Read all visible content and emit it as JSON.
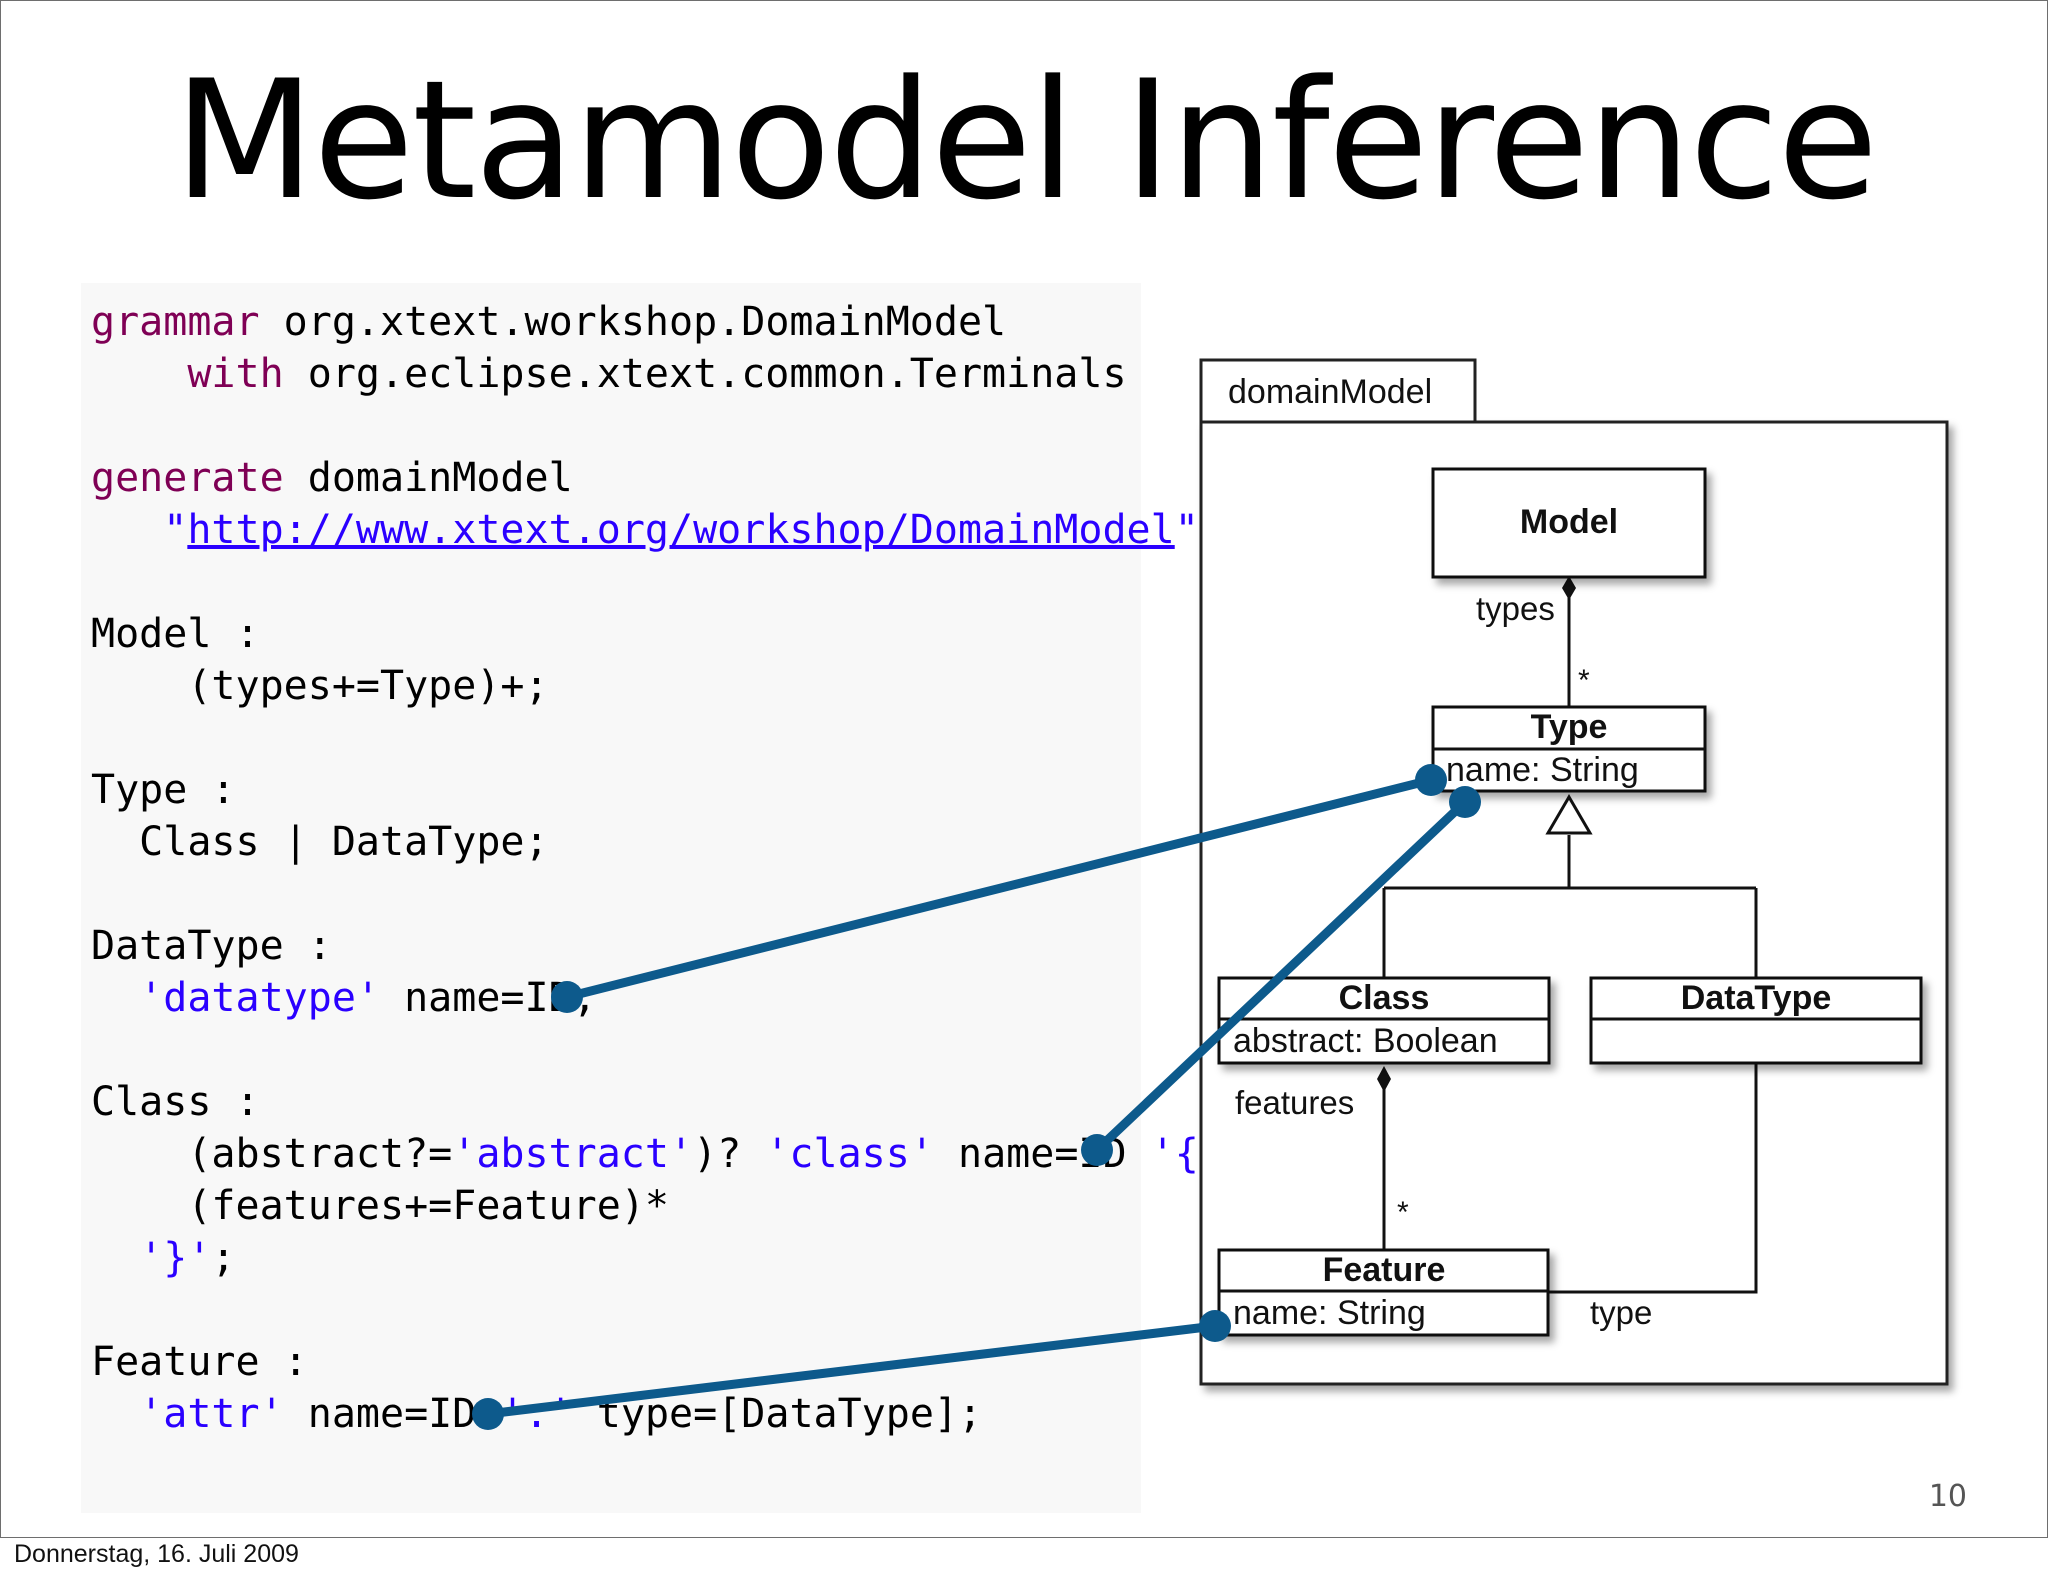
{
  "slide": {
    "title": "Metamodel Inference",
    "page_number": "10",
    "footer": "Donnerstag, 16. Juli 2009"
  },
  "code": {
    "grammar_kw": "grammar",
    "grammar_name": "org.xtext.workshop.DomainModel",
    "with_kw": "with",
    "with_name": "org.eclipse.xtext.common.Terminals",
    "generate_kw": "generate",
    "generate_name": "domainModel",
    "quote_open": "\"",
    "url": "http://www.xtext.org/workshop/DomainModel",
    "quote_close": "\"",
    "model_head": "Model :",
    "model_body": "(types+=Type)+;",
    "type_head": "Type :",
    "type_body": "Class | DataType;",
    "datatype_head": "DataType :",
    "datatype_kw": "'datatype'",
    "datatype_rest": "name=ID;",
    "class_head": "Class :",
    "class_open": "(abstract?=",
    "class_abstract_kw": "'abstract'",
    "class_mid": ")?",
    "class_kw": "'class'",
    "class_name": "name=ID",
    "class_brace_open": "'{'",
    "class_features": "(features+=Feature)*",
    "class_brace_close": "'}'",
    "class_semicolon": ";",
    "feature_head": "Feature :",
    "feature_kw": "'attr'",
    "feature_name": "name=ID",
    "feature_colon": "':'",
    "feature_type": "type=[DataType];"
  },
  "uml": {
    "package_name": "domainModel",
    "model": {
      "name": "Model"
    },
    "type": {
      "name": "Type",
      "attribute": "name: String"
    },
    "class": {
      "name": "Class",
      "attribute": "abstract: Boolean"
    },
    "datatype": {
      "name": "DataType"
    },
    "feature": {
      "name": "Feature",
      "attribute": "name: String"
    },
    "labels": {
      "types": "types",
      "types_mult": "*",
      "features": "features",
      "features_mult": "*",
      "type": "type"
    }
  },
  "colors": {
    "connector": "#0d5a8c",
    "keyword": "#7f0055",
    "string": "#2a00ff"
  }
}
